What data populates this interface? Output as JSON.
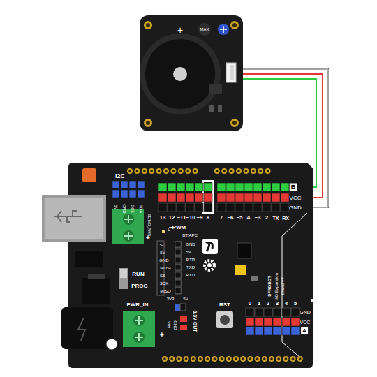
{
  "diagram": {
    "labels": [
      "MAX",
      "+",
      "I2C",
      "5V",
      "GND",
      "SCL",
      "SDA",
      "13",
      "12",
      "~11",
      "~10",
      "~9",
      "8",
      "7",
      "~6",
      "~5",
      "4",
      "~3",
      "2",
      "TX",
      "RX",
      "B",
      "VCC",
      "GND",
      "~PWM",
      "SERVO_PWR",
      "+",
      "SD",
      "5V",
      "GND",
      "MOSI",
      "SS",
      "SCK",
      "MISO",
      "BT/APC",
      "GND",
      "5V",
      "DTR",
      "TXD",
      "RXD",
      "RUN",
      "PROG",
      "PWR_IN",
      "+",
      "3V3",
      "5V",
      "VIN",
      "GND",
      "3.3V OUT",
      "RST",
      "0",
      "1",
      "2",
      "3",
      "4",
      "5",
      "GND",
      "VCC",
      "A",
      "DFROBOT",
      "I/O Expansion",
      "Shield V7",
      "L"
    ]
  }
}
